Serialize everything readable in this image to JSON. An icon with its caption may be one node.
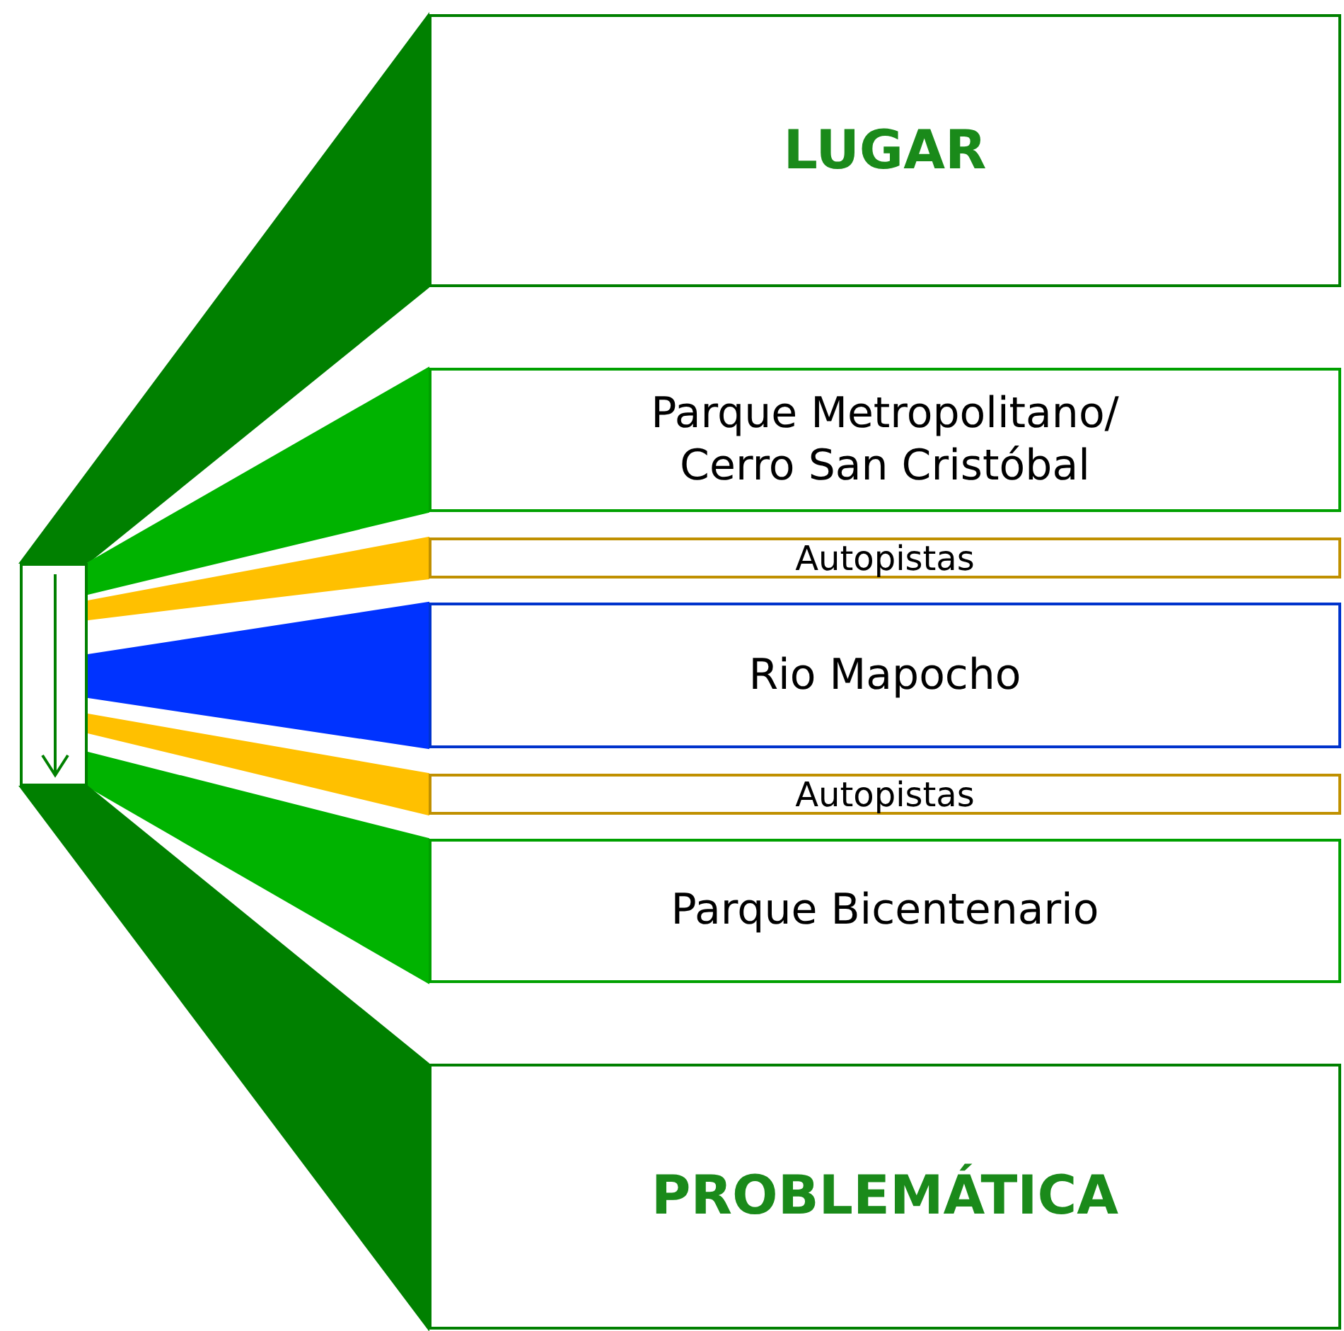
{
  "diagram": {
    "nodes": [
      {
        "text": [],
        "shape": "box"
      },
      {
        "text": [
          "LUGAR"
        ]
      },
      {
        "text": [
          "Parque Metropolitano/ Cerro San Cristóbal"
        ]
      },
      {
        "text": [
          "Autopistas"
        ]
      },
      {
        "text": [
          "Rio Mapocho"
        ]
      },
      {
        "text": [
          "Autopistas"
        ]
      },
      {
        "text": [
          "Parque Bicentenario"
        ]
      },
      {
        "text": [
          "PROBLEMÁTICA"
        ]
      }
    ],
    "edges": [
      {
        "from": 0,
        "to": 1,
        "arrow": "none",
        "color": "#008000"
      },
      {
        "from": 0,
        "to": 2,
        "arrow": "none",
        "color": "#00b300"
      },
      {
        "from": 0,
        "to": 3,
        "arrow": "none",
        "color": "#ffc000"
      },
      {
        "from": 0,
        "to": 4,
        "arrow": "none",
        "color": "#0033ff"
      },
      {
        "from": 0,
        "to": 5,
        "arrow": "none",
        "color": "#ffc000"
      },
      {
        "from": 0,
        "to": 6,
        "arrow": "none",
        "color": "#00b300"
      },
      {
        "from": 0,
        "to": 7,
        "arrow": "none",
        "color": "#008000"
      }
    ]
  }
}
